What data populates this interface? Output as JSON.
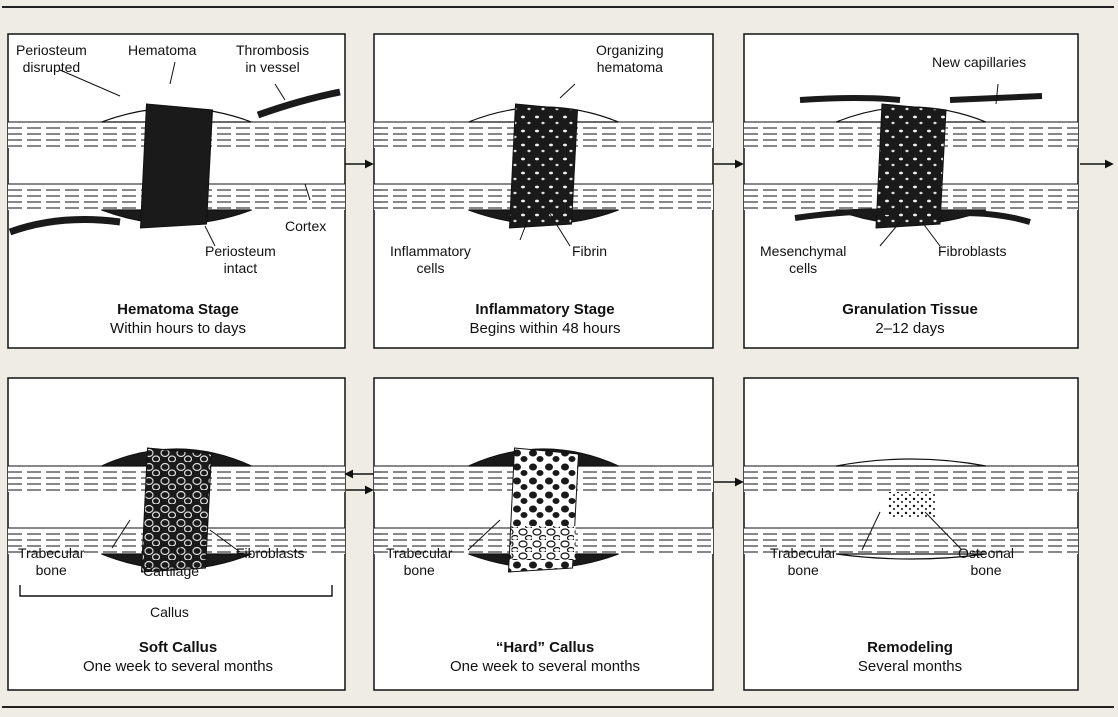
{
  "panels": [
    {
      "title": "Hematoma Stage",
      "subtitle": "Within hours to days",
      "labels": {
        "periosteum_disrupted": "Periosteum\ndisrupted",
        "hematoma": "Hematoma",
        "thrombosis": "Thrombosis\nin vessel",
        "cortex": "Cortex",
        "periosteum_intact": "Periosteum\nintact"
      }
    },
    {
      "title": "Inflammatory Stage",
      "subtitle": "Begins within 48 hours",
      "labels": {
        "organizing_hematoma": "Organizing\nhematoma",
        "inflammatory_cells": "Inflammatory\ncells",
        "fibrin": "Fibrin"
      }
    },
    {
      "title": "Granulation Tissue",
      "subtitle": "2–12 days",
      "labels": {
        "new_capillaries": "New capillaries",
        "mesenchymal_cells": "Mesenchymal\ncells",
        "fibroblasts": "Fibroblasts"
      }
    },
    {
      "title": "Soft Callus",
      "subtitle": "One week to several months",
      "labels": {
        "trabecular_bone": "Trabecular\nbone",
        "cartilage": "Cartilage",
        "fibroblasts": "Fibroblasts",
        "callus": "Callus"
      }
    },
    {
      "title": "“Hard” Callus",
      "subtitle": "One week to several months",
      "labels": {
        "trabecular_bone": "Trabecular\nbone"
      }
    },
    {
      "title": "Remodeling",
      "subtitle": "Several months",
      "labels": {
        "trabecular_bone": "Trabecular\nbone",
        "osteonal_bone": "Osteonal\nbone"
      }
    }
  ]
}
